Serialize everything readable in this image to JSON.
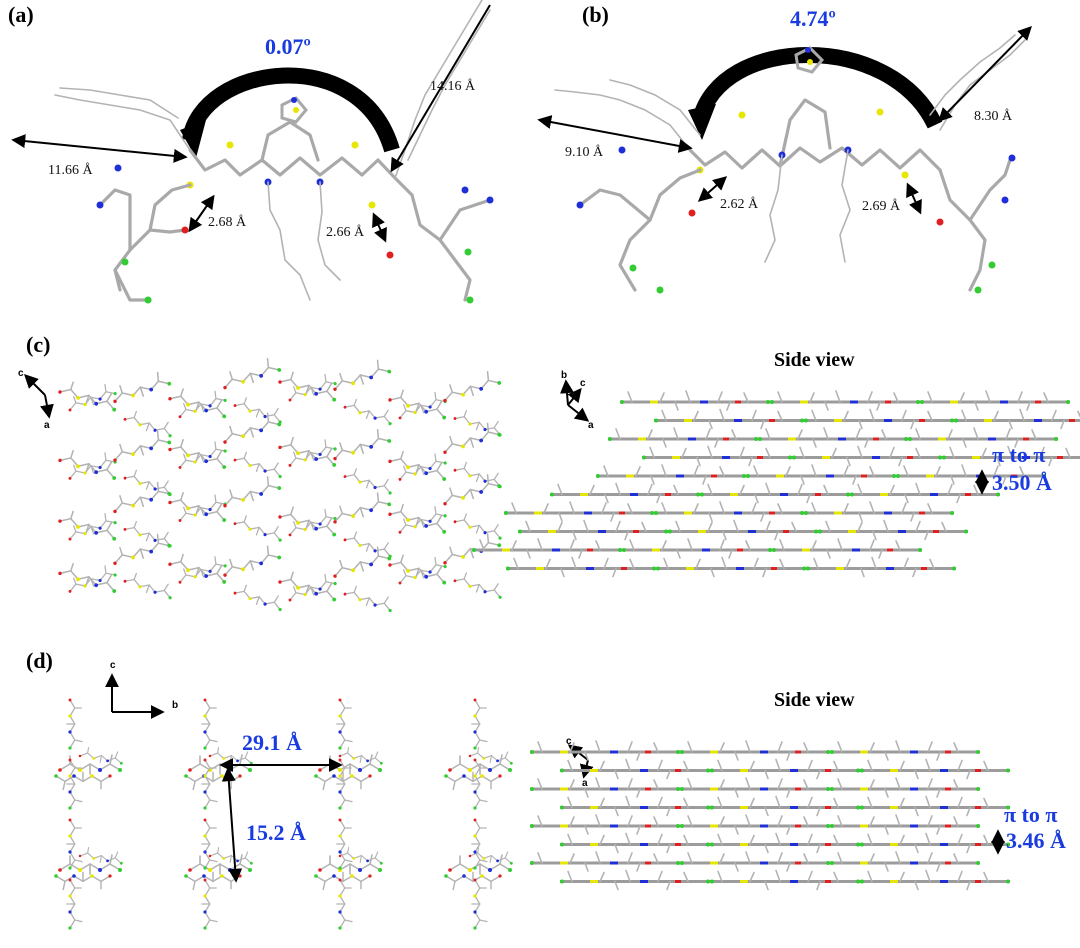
{
  "panels": {
    "a": {
      "label": "(a)",
      "dihedral": "0.07º",
      "distances": [
        "14.16 Å",
        "11.66 Å",
        "2.68 Å",
        "2.66 Å"
      ]
    },
    "b": {
      "label": "(b)",
      "dihedral": "4.74º",
      "distances": [
        "8.30  Å",
        "9.10  Å",
        "2.62 Å",
        "2.69 Å"
      ]
    },
    "c": {
      "label": "(c)",
      "side_view": "Side view",
      "pi_label": "π to π",
      "pi_distance": "3.50 Å",
      "axes_top": [
        "c",
        "a"
      ],
      "axes_side": [
        "b",
        "c",
        "a"
      ]
    },
    "d": {
      "label": "(d)",
      "side_view": "Side view",
      "pi_label": "π to π",
      "pi_distance": "3.46 Å",
      "channel_width": "29.1 Å",
      "channel_height": "15.2 Å",
      "axes_top": [
        "c",
        "b"
      ],
      "axes_side": [
        "c",
        "a"
      ]
    }
  },
  "colors": {
    "carbon": "#a9a9a9",
    "sulfur": "#e6e600",
    "nitrogen": "#1f2fd8",
    "chlorine": "#33cc33",
    "oxygen": "#e02020",
    "annotation_blue": "#1a3be0"
  }
}
